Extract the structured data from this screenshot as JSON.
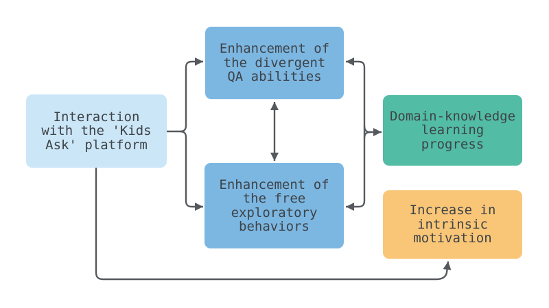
{
  "diagram": {
    "type": "flowchart",
    "background": "#ffffff",
    "colors": {
      "line": "#55585c",
      "text": "#3e4347",
      "source_fill": "#cbe6f7",
      "mediator_fill": "#7cb7e2",
      "knowledge_fill": "#52bca4",
      "motivation_fill": "#f9c678"
    },
    "nodes": {
      "platform": {
        "label": "Interaction\nwith the 'Kids\nAsk' platform",
        "fill": "#cbe6f7"
      },
      "divergent_qa": {
        "label": "Enhancement of\nthe divergent\nQA abilities",
        "fill": "#7cb7e2"
      },
      "free_exploration": {
        "label": "Enhancement of\nthe free\nexploratory\nbehaviors",
        "fill": "#7cb7e2"
      },
      "domain_knowledge": {
        "label": "Domain-knowledge\nlearning\nprogress",
        "fill": "#52bca4"
      },
      "intrinsic_motivation": {
        "label": "Increase in\nintrinsic\nmotivation",
        "fill": "#f9c678"
      }
    },
    "edges": [
      {
        "from": "platform",
        "to": "divergent_qa",
        "arrows": "end"
      },
      {
        "from": "platform",
        "to": "free_exploration",
        "arrows": "end"
      },
      {
        "from": "divergent_qa",
        "to": "free_exploration",
        "arrows": "both"
      },
      {
        "from": "divergent_qa",
        "to": "domain_knowledge",
        "arrows": "both"
      },
      {
        "from": "free_exploration",
        "to": "domain_knowledge",
        "arrows": "both"
      },
      {
        "from": "platform",
        "to": "intrinsic_motivation",
        "arrows": "end"
      }
    ]
  }
}
